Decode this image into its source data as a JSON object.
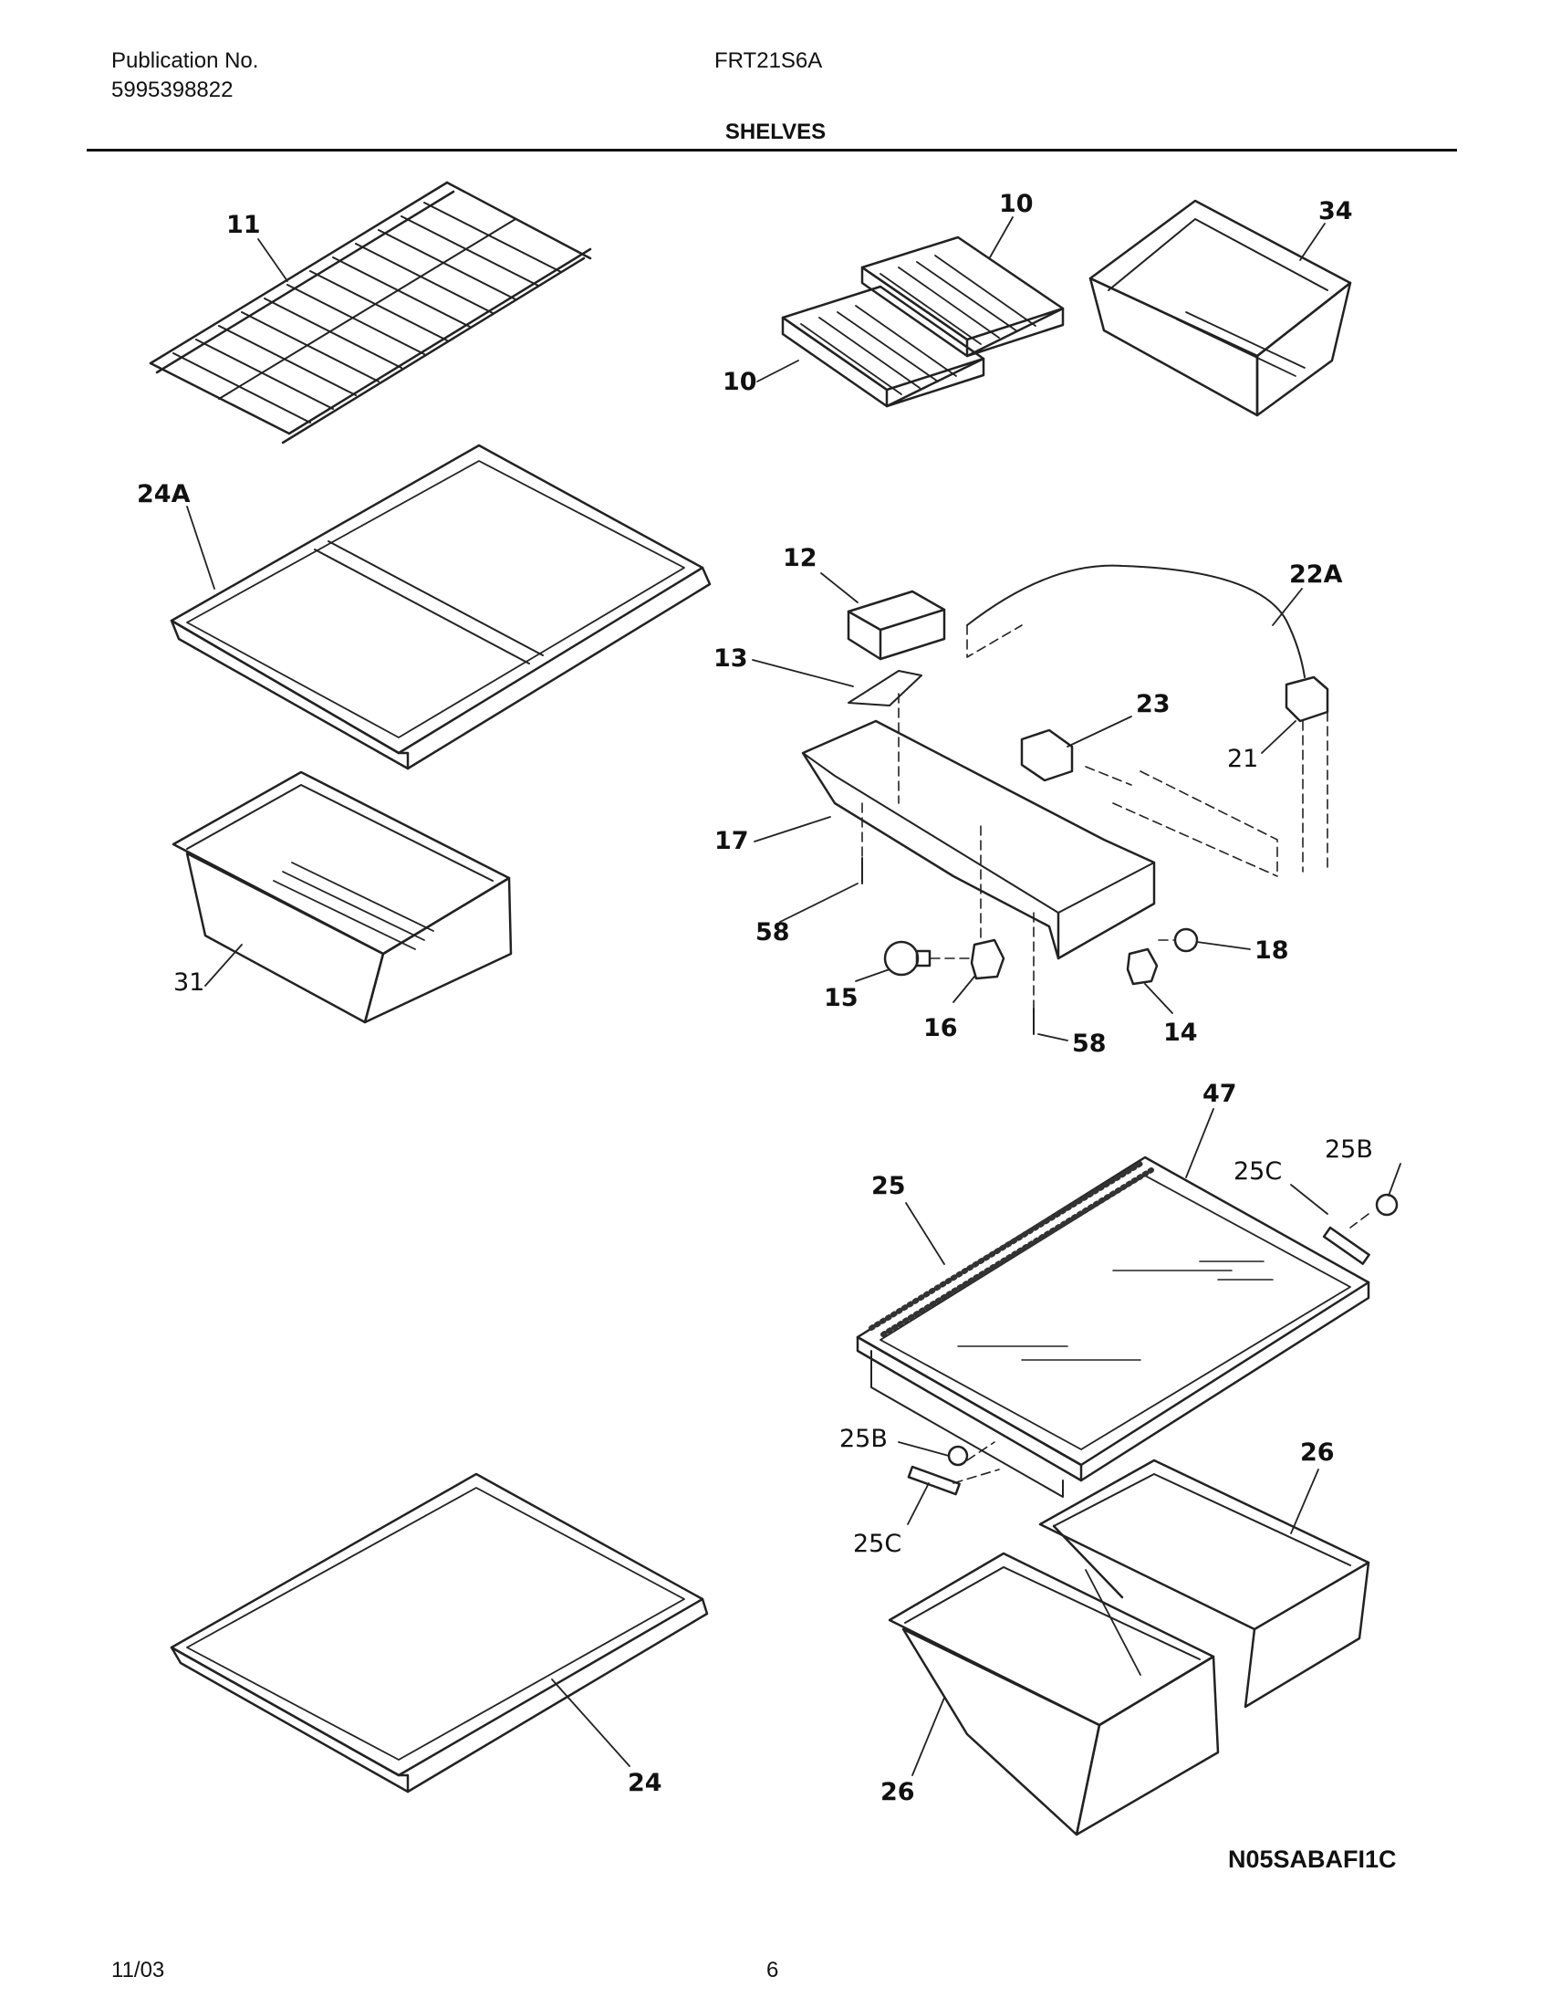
{
  "header": {
    "publication_label": "Publication No.",
    "publication_number": "5995398822",
    "model": "FRT21S6A",
    "section_title": "SHELVES"
  },
  "callouts": {
    "c11": "11",
    "c10a": "10",
    "c10b": "10",
    "c34": "34",
    "c24A": "24A",
    "c12": "12",
    "c22A": "22A",
    "c13": "13",
    "c23": "23",
    "c21": "21",
    "c17": "17",
    "c31": "31",
    "c58a": "58",
    "c15": "15",
    "c16": "16",
    "c18": "18",
    "c14": "14",
    "c58b": "58",
    "c47": "47",
    "c25B_top": "25B",
    "c25C_top": "25C",
    "c25": "25",
    "c25B_bot": "25B",
    "c26a": "26",
    "c25C_bot": "25C",
    "c24": "24",
    "c26b": "26"
  },
  "footer": {
    "figure_code": "N05SABAFI1C",
    "date": "11/03",
    "page": "6"
  }
}
